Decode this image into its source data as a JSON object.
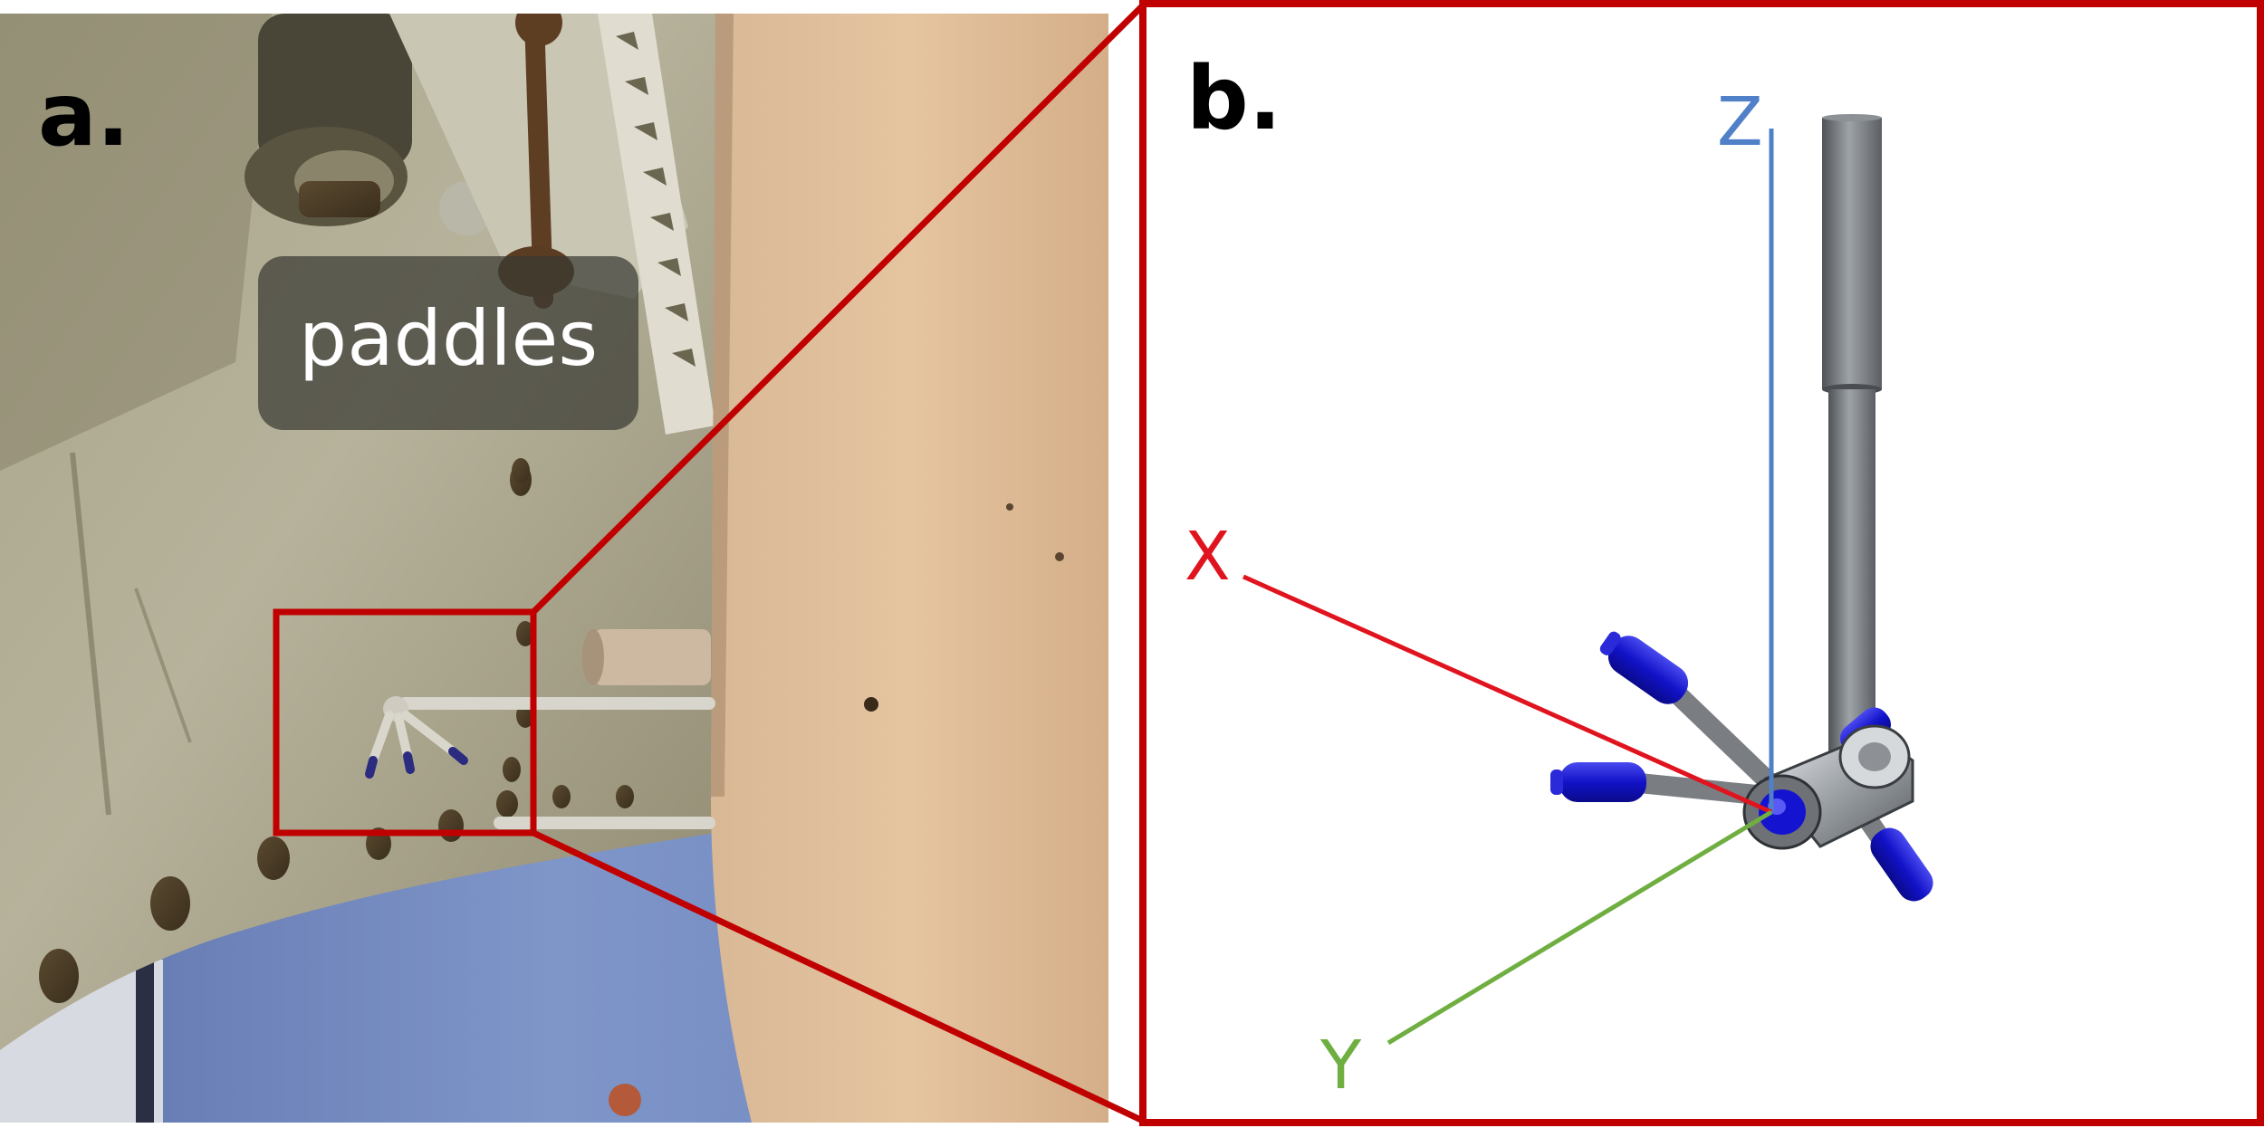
{
  "panel_a": {
    "label": "a.",
    "callout": "paddles"
  },
  "panel_b": {
    "label": "b.",
    "axes": {
      "x": "X",
      "y": "Y",
      "z": "Z"
    }
  },
  "colors": {
    "frame_red": "#c00000",
    "axis_x": "#e0141e",
    "axis_y": "#6fae40",
    "axis_z": "#4f80c8",
    "probe_blue": "#1414d0",
    "probe_grey": "#6f7378"
  }
}
